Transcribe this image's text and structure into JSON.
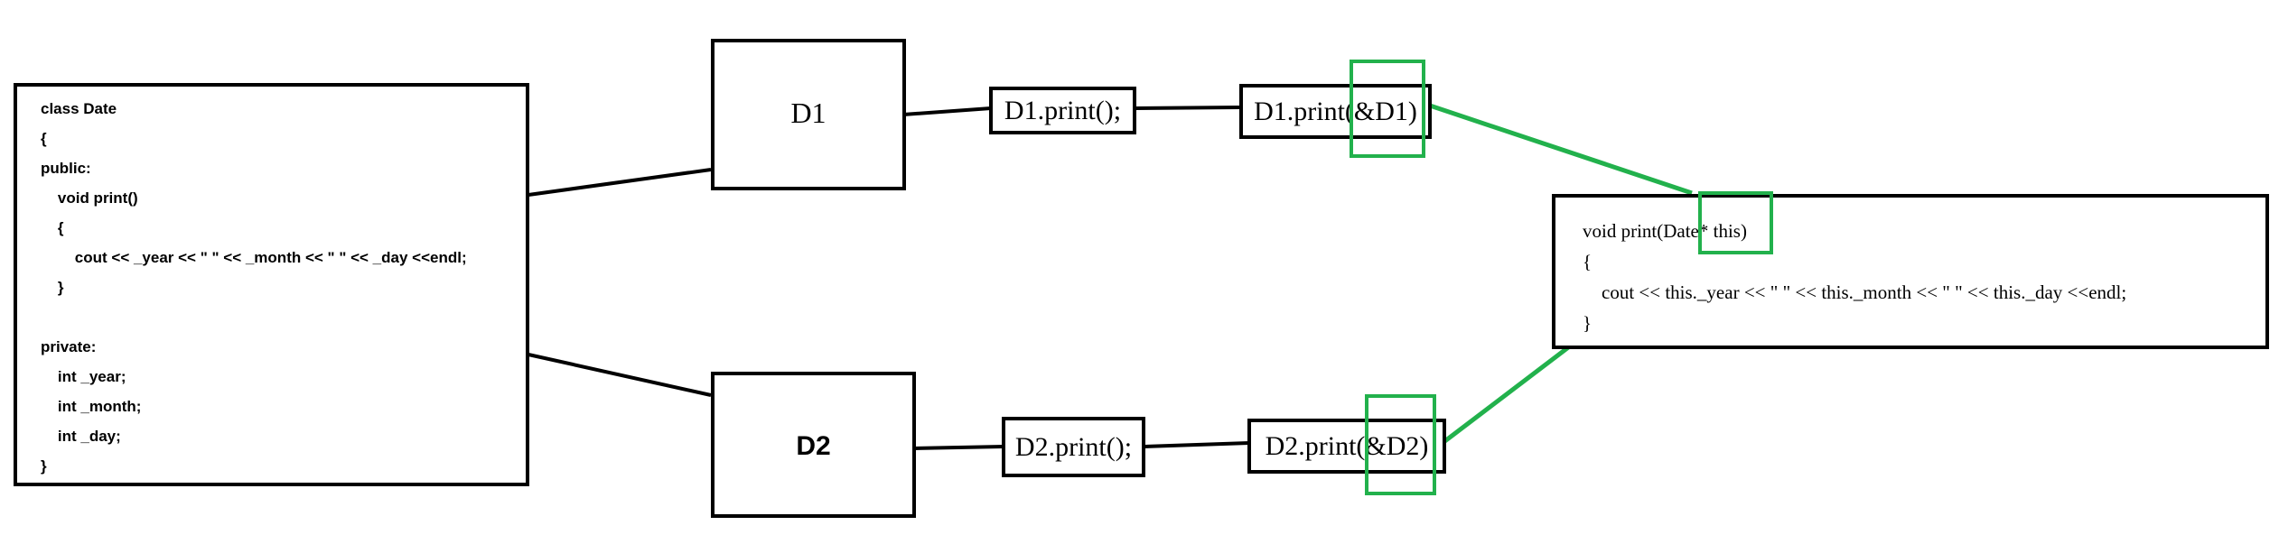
{
  "colors": {
    "highlight": "#22b14c",
    "stroke": "#000000"
  },
  "class_code": [
    "class Date",
    "{",
    "public:",
    "    void print()",
    "    {",
    "        cout << _year << \" \" << _month << \" \" << _day <<endl;",
    "    }",
    "",
    "private:",
    "    int _year;",
    "    int _month;",
    "    int _day;",
    "}"
  ],
  "objects": {
    "d1": "D1",
    "d2": "D2"
  },
  "calls": {
    "d1_call": "D1.print();",
    "d1_expanded": "D1.print(&D1)",
    "d2_call": "D2.print();",
    "d2_expanded": "D2.print(&D2)"
  },
  "function_code": [
    "void print(Date* this)",
    "{",
    "    cout << this._year << \" \" << this._month << \" \" << this._day <<endl;",
    "}"
  ]
}
